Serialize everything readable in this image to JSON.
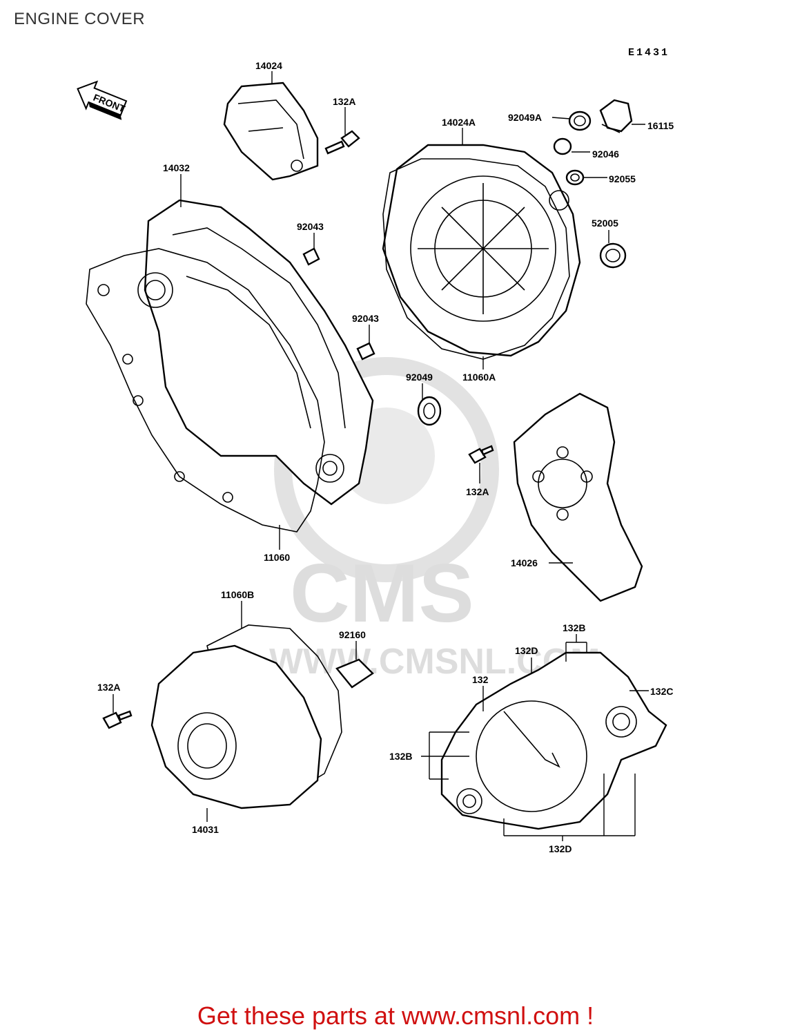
{
  "title": "ENGINE COVER",
  "diagram_code": "E1431",
  "front_marker": "FRONT",
  "watermark": {
    "logo": "CMS",
    "site": "WWW.CMSNL.COM"
  },
  "call_to_action": "Get these parts at www.cmsnl.com !",
  "colors": {
    "cta": "#d01010",
    "watermark": "#d9d9d9",
    "title": "#333333"
  },
  "parts": {
    "p14024": "14024",
    "p132A_top": "132A",
    "p14024A": "14024A",
    "p92049A": "92049A",
    "p16115": "16115",
    "p92046": "92046",
    "p92055": "92055",
    "p52005": "52005",
    "p14032": "14032",
    "p92043_a": "92043",
    "p92043_b": "92043",
    "p92049": "92049",
    "p11060A": "11060A",
    "p132A_mid": "132A",
    "p14026": "14026",
    "p11060": "11060",
    "p11060B": "11060B",
    "p92160": "92160",
    "p132A_left": "132A",
    "p14031": "14031",
    "p132B_top": "132B",
    "p132D_top": "132D",
    "p132": "132",
    "p132C": "132C",
    "p132B_left": "132B",
    "p132D_bottom": "132D"
  }
}
